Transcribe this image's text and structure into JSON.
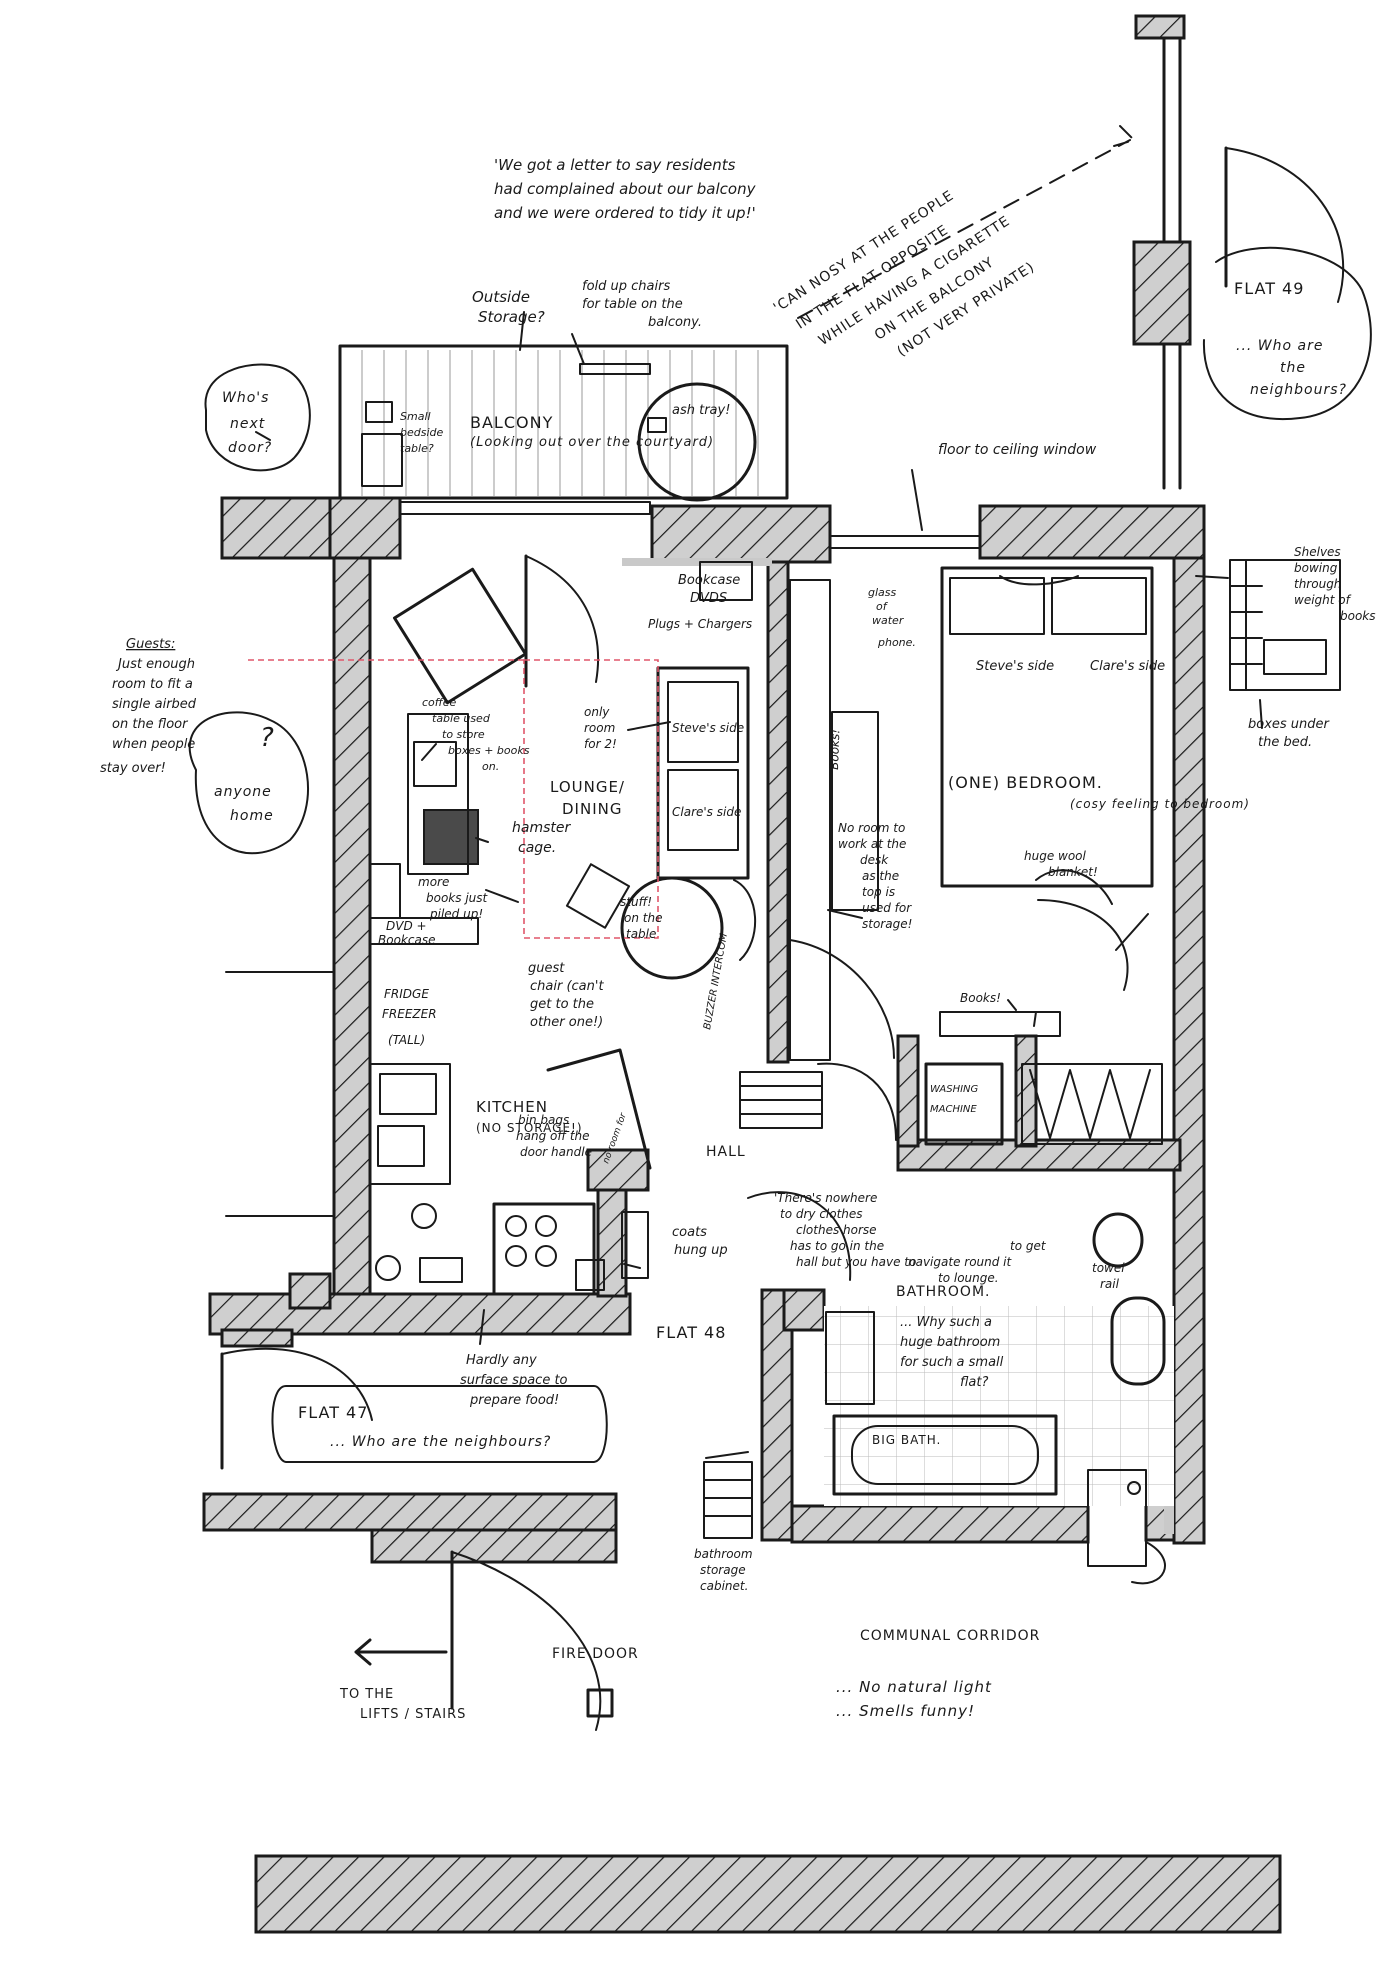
{
  "rooms": {
    "balcony": "BALCONY",
    "balcony_sub": "(Looking out over the courtyard)",
    "lounge": "LOUNGE/",
    "lounge2": "DINING",
    "bedroom": "(ONE) BEDROOM.",
    "bedroom_sub": "(cosy feeling to bedroom)",
    "kitchen": "KITCHEN",
    "kitchen_sub": "(NO STORAGE!)",
    "hall": "HALL",
    "bathroom": "BATHROOM.",
    "flat48": "FLAT 48",
    "flat47": "FLAT 47",
    "flat47_sub": "... Who are the neighbours?",
    "flat49": "FLAT 49",
    "flat49_sub1": "... Who are",
    "flat49_sub2": "the",
    "flat49_sub3": "neighbours?",
    "whos_next1": "Who's",
    "whos_next2": "next",
    "whos_next3": "door?",
    "anyone1": "anyone",
    "anyone2": "home"
  },
  "notes": {
    "letter1": "'We got a letter to say residents",
    "letter2": "had complained about our balcony",
    "letter3": "and we were ordered to tidy it up!'",
    "outside_storage1": "Outside",
    "outside_storage2": "Storage?",
    "foldup1": "fold up chairs",
    "foldup2": "for table on the",
    "foldup3": "balcony.",
    "ashtray": "ash tray!",
    "small_table1": "Small",
    "small_table2": "bedside",
    "small_table3": "table?",
    "nosy1": "'CAN NOSY AT THE PEOPLE",
    "nosy2": "IN THE FLAT OPPOSITE",
    "nosy3": "WHILE HAVING A CIGARETTE",
    "nosy4": "ON THE BALCONY",
    "nosy5": "(NOT VERY PRIVATE)",
    "window": "floor to ceiling window",
    "guests_title": "Guests:",
    "guests1": "Just enough",
    "guests2": "room to fit a",
    "guests3": "single airbed",
    "guests4": "on the floor",
    "guests5": "when people",
    "guests6": "stay over!",
    "coffee1": "coffee",
    "coffee2": "table used",
    "coffee3": "to store",
    "coffee4": "boxes + books",
    "coffee5": "on.",
    "bookcase_dvds1": "Bookcase",
    "bookcase_dvds2": "DVDS",
    "plugs": "Plugs + Chargers",
    "only_room1": "only",
    "only_room2": "room",
    "only_room3": "for 2!",
    "steves_side_sofa": "Steve's side",
    "clares_side_sofa": "Clare's side",
    "hamster1": "hamster",
    "hamster2": "cage.",
    "more_books1": "more",
    "more_books2": "books just",
    "more_books3": "piled up!",
    "dvd_bookcase1": "DVD +",
    "dvd_bookcase2": "Bookcase",
    "guest_chair1": "guest",
    "guest_chair2": "chair (can't",
    "guest_chair3": "get to the",
    "guest_chair4": "other one!)",
    "stuff1": "stuff!",
    "stuff2": "on the",
    "stuff3": "table",
    "glass1": "glass",
    "glass2": "of",
    "glass3": "water",
    "phone": "phone.",
    "steves_side_bed": "Steve's side",
    "clares_side_bed": "Clare's side",
    "shelves1": "Shelves",
    "shelves2": "bowing",
    "shelves3": "through",
    "shelves4": "weight of",
    "shelves5": "books",
    "boxes1": "boxes under",
    "boxes2": "the bed.",
    "desk1": "No room to",
    "desk2": "work at the",
    "desk3": "desk",
    "desk4": "as the",
    "desk5": "top is",
    "desk6": "used for",
    "desk7": "storage!",
    "books_desk": "Books!",
    "blanket1": "huge wool",
    "blanket2": "blanket!",
    "books_shelf": "Books!",
    "fridge1": "FRIDGE",
    "fridge2": "FREEZER",
    "fridge3": "(TALL)",
    "buzzer": "BUZZER INTERCOM",
    "bin_bags1": "bin bags",
    "bin_bags2": "hang off the",
    "bin_bags3": "door handle",
    "no_room_for": "no room for",
    "washing1": "WASHING",
    "washing2": "MACHINE",
    "clothes1": "'There's nowhere",
    "clothes2": "to dry clothes",
    "clothes3": "clothes horse",
    "clothes4": "has to go in the",
    "clothes5": "hall but you have to",
    "clothes6": "navigate round it",
    "clothes7": "to get",
    "clothes8": "to lounge.",
    "towel1": "towel",
    "towel2": "rail",
    "coats1": "coats",
    "coats2": "hung up",
    "surface1": "Hardly any",
    "surface2": "surface space to",
    "surface3": "prepare food!",
    "huge_bath1": "... Why such a",
    "huge_bath2": "huge bathroom",
    "huge_bath3": "for such a small",
    "huge_bath4": "flat?",
    "big_bath": "BIG BATH.",
    "bath_cab1": "bathroom",
    "bath_cab2": "storage",
    "bath_cab3": "cabinet.",
    "fire_door": "FIRE DOOR",
    "lifts1": "TO THE",
    "lifts2": "LIFTS / STAIRS",
    "corridor": "COMMUNAL CORRIDOR",
    "corridor2": "... No natural light",
    "corridor3": "... Smells funny!"
  }
}
